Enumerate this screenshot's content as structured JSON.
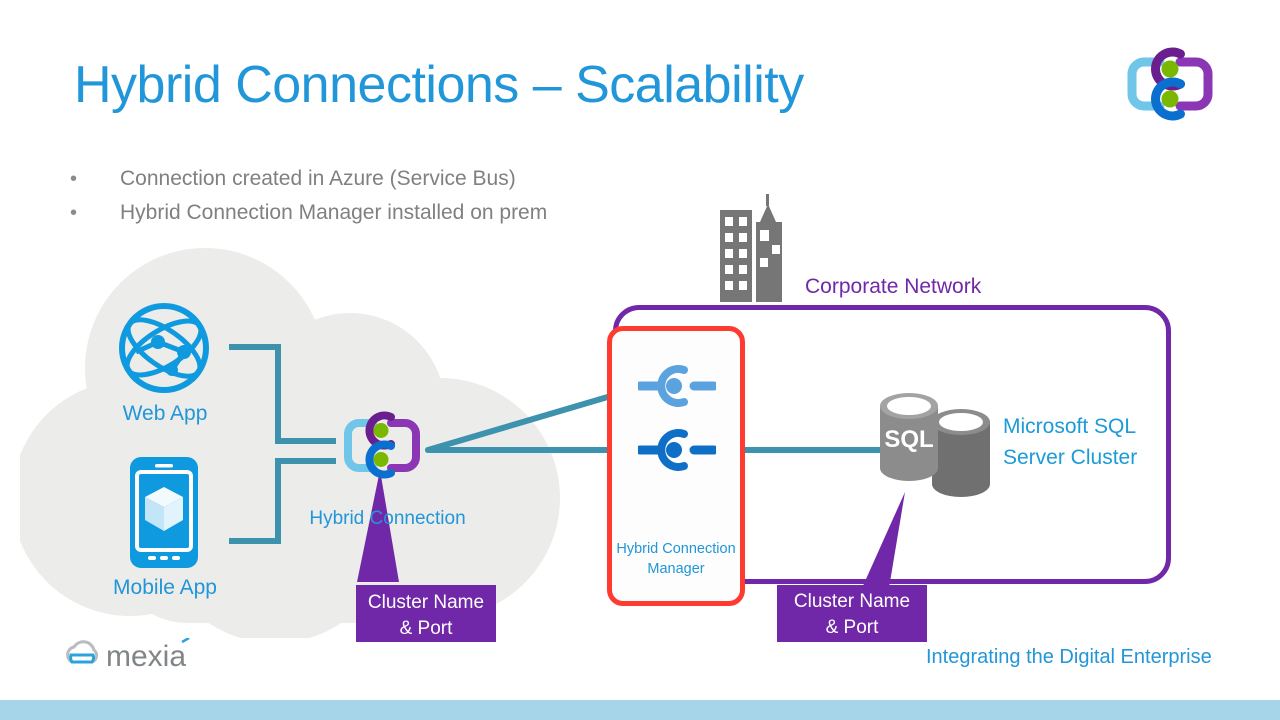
{
  "slide": {
    "title": "Hybrid Connections – Scalability",
    "bullet_marker": "•",
    "bullets": [
      "Connection created in Azure (Service Bus)",
      "Hybrid Connection Manager installed on prem"
    ]
  },
  "diagram": {
    "cloud": {
      "web_app_label": "Web App",
      "mobile_app_label": "Mobile App",
      "hybrid_connection_label": "Hybrid Connection"
    },
    "corporate": {
      "network_label": "Corporate Network",
      "hcm_label_line1": "Hybrid Connection",
      "hcm_label_line2": "Manager",
      "sql_badge": "SQL",
      "sql_label_line1": "Microsoft SQL",
      "sql_label_line2": "Server Cluster"
    },
    "callouts": [
      {
        "line1": "Cluster Name",
        "line2": "& Port"
      },
      {
        "line1": "Cluster Name",
        "line2": "& Port"
      }
    ]
  },
  "footer": {
    "brand": "mexia",
    "tagline": "Integrating the Digital Enterprise"
  },
  "colors": {
    "title_blue": "#2196d8",
    "azure_blue": "#0f9ae0",
    "purple": "#7128a8",
    "red_highlight": "#ff3b30",
    "teal_line": "#3d93ad",
    "green_dot": "#7ab800",
    "gray_building": "#767676",
    "cloud_gray": "#ececeb",
    "bottom_bar": "#a6d4e9",
    "body_text_gray": "#808080"
  }
}
